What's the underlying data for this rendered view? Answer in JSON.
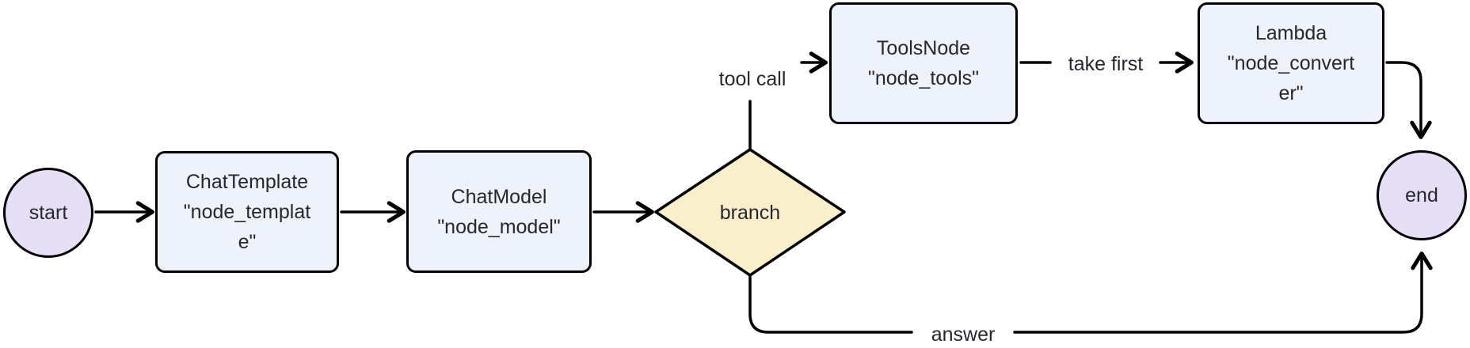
{
  "diagram": {
    "type": "flowchart",
    "direction": "left-to-right"
  },
  "colors": {
    "task_node_fill": "#edf2fb",
    "terminal_node_fill": "#e6dff6",
    "decision_node_fill": "#faefcb",
    "stroke": "#000000",
    "text": "#26272f",
    "background": "#ffffff"
  },
  "nodes": {
    "start": {
      "label": "start",
      "shape": "circle"
    },
    "chat_template": {
      "label": "ChatTemplate\n\"node_templat\ne\"",
      "shape": "rounded-rect"
    },
    "chat_model": {
      "label": "ChatModel\n\"node_model\"",
      "shape": "rounded-rect"
    },
    "branch": {
      "label": "branch",
      "shape": "diamond"
    },
    "tools_node": {
      "label": "ToolsNode\n\"node_tools\"",
      "shape": "rounded-rect"
    },
    "converter": {
      "label": "Lambda\n\"node_convert\ner\"",
      "shape": "rounded-rect"
    },
    "end": {
      "label": "end",
      "shape": "circle"
    }
  },
  "edge_labels": {
    "tool_call": "tool call",
    "take_first": "take first",
    "answer": "answer"
  },
  "edges": [
    {
      "from": "start",
      "to": "chat_template",
      "label": ""
    },
    {
      "from": "chat_template",
      "to": "chat_model",
      "label": ""
    },
    {
      "from": "chat_model",
      "to": "branch",
      "label": ""
    },
    {
      "from": "branch",
      "to": "tools_node",
      "label": "tool call"
    },
    {
      "from": "tools_node",
      "to": "converter",
      "label": "take first"
    },
    {
      "from": "converter",
      "to": "end",
      "label": ""
    },
    {
      "from": "branch",
      "to": "end",
      "label": "answer"
    }
  ]
}
